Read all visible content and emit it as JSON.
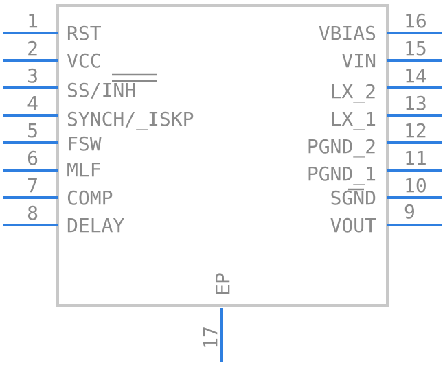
{
  "colors": {
    "body_outline": "#c8c8c8",
    "pin_line": "#2f7fe0",
    "text": "#8a8a8a"
  },
  "left_pins": [
    {
      "number": "1",
      "label": "RST"
    },
    {
      "number": "2",
      "label": "VCC"
    },
    {
      "number": "3",
      "label": "SS/INH"
    },
    {
      "number": "4",
      "label": "SYNCH/_ISKP"
    },
    {
      "number": "5",
      "label": "FSW"
    },
    {
      "number": "6",
      "label": "MLF"
    },
    {
      "number": "7",
      "label": "COMP"
    },
    {
      "number": "8",
      "label": "DELAY"
    }
  ],
  "right_pins": [
    {
      "number": "16",
      "label": "VBIAS"
    },
    {
      "number": "15",
      "label": "VIN"
    },
    {
      "number": "14",
      "label": "LX_2"
    },
    {
      "number": "13",
      "label": "LX_1"
    },
    {
      "number": "12",
      "label": "PGND_2"
    },
    {
      "number": "11",
      "label": "PGND_1"
    },
    {
      "number": "10",
      "label": "SGND"
    },
    {
      "number": "9",
      "label": "VOUT"
    }
  ],
  "bottom_pin": {
    "number": "17",
    "label": "EP"
  }
}
